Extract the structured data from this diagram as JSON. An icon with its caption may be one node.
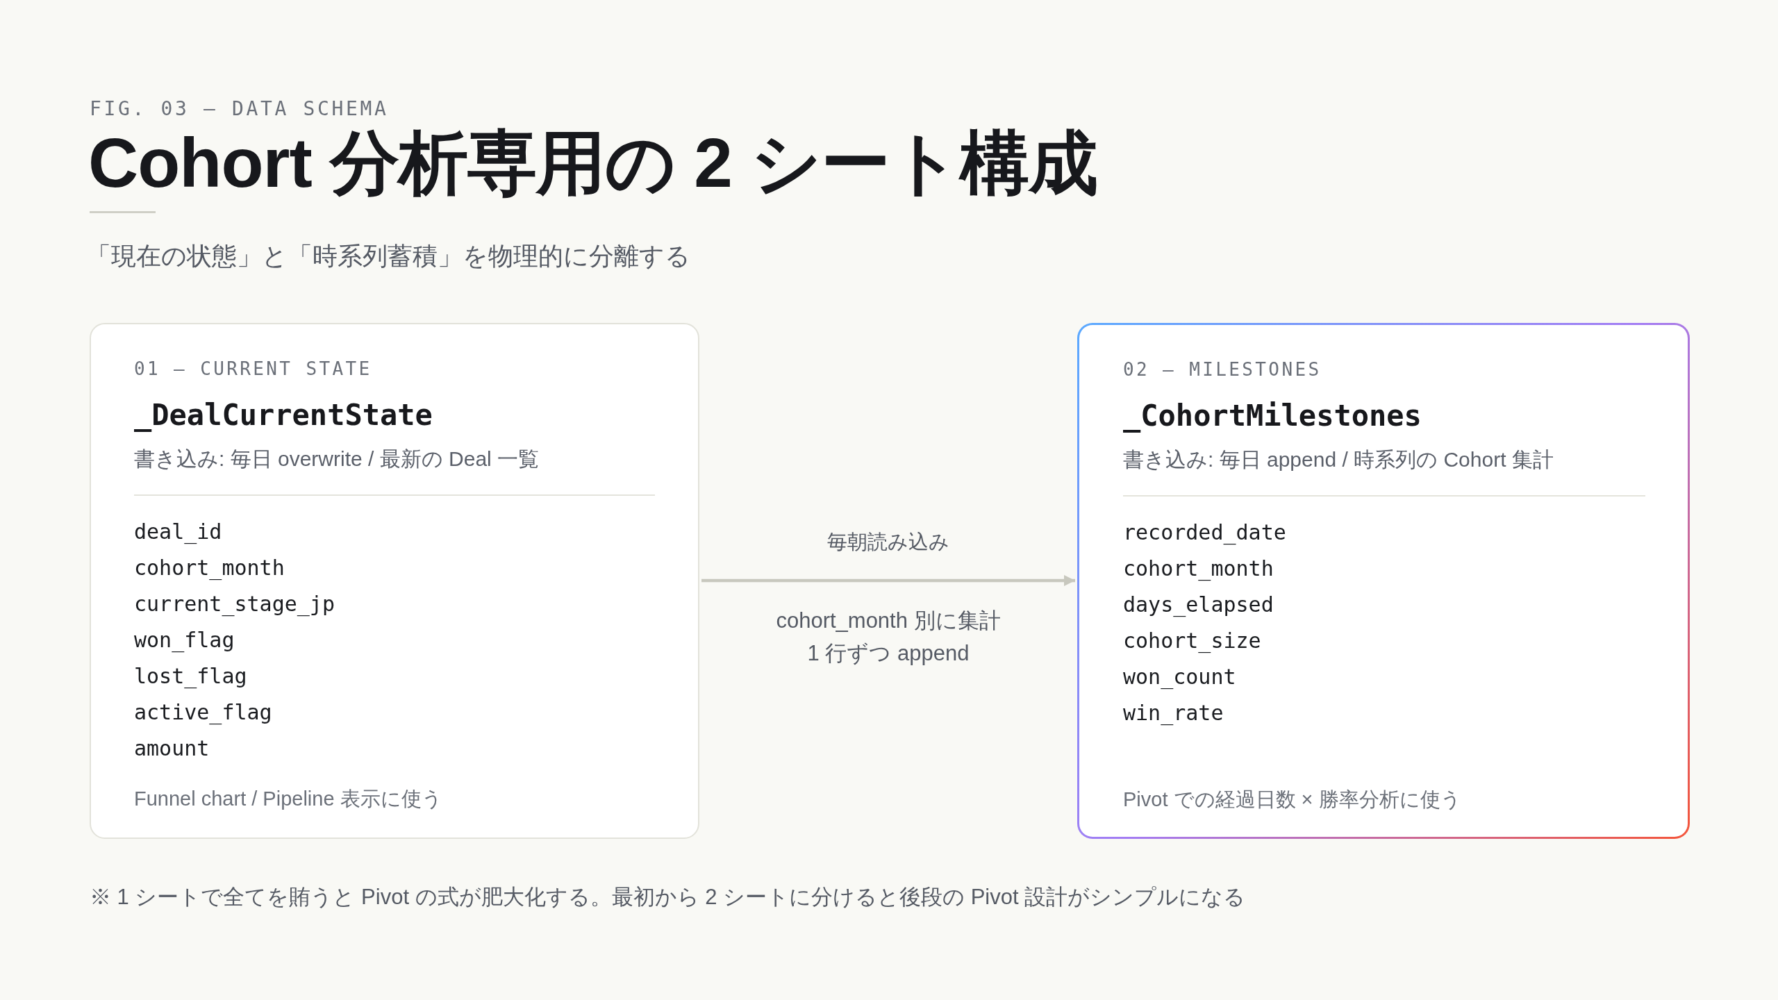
{
  "diagram": {
    "title": "Cohort 分析専用の 2 シート構成",
    "caption": "※ 1 シートで全てを賄うと Pivot の式が肥大化する。最初から 2 シートに分けると後段の Pivot 設計がシンプルになる",
    "nodes": [
      {
        "text": [
          "01 — CURRENT STATE",
          "_DealCurrentState",
          "書き込み: 毎日 overwrite / 最新の Deal 一覧",
          "deal_id",
          "cohort_month",
          "current_stage_jp",
          "won_flag",
          "lost_flag",
          "active_flag",
          "amount",
          "Funnel chart / Pipeline 表示に使う"
        ]
      },
      {
        "text": [
          "02 — MILESTONES",
          "_CohortMilestones",
          "書き込み: 毎日 append / 時系列の Cohort 集計",
          "recorded_date",
          "cohort_month",
          "days_elapsed",
          "cohort_size",
          "won_count",
          "win_rate",
          "Pivot での経過日数 × 勝率分析に使う"
        ]
      }
    ],
    "edges": [
      {
        "from": 0,
        "to": 1,
        "arrow": "to",
        "label": "毎朝読み込み"
      }
    ],
    "labels": [
      "FIG. 03 — DATA SCHEMA",
      "「現在の状態」と「時系列蓄積」を物理的に分離する",
      "cohort_month 別に集計 1 行ずつ append"
    ]
  }
}
